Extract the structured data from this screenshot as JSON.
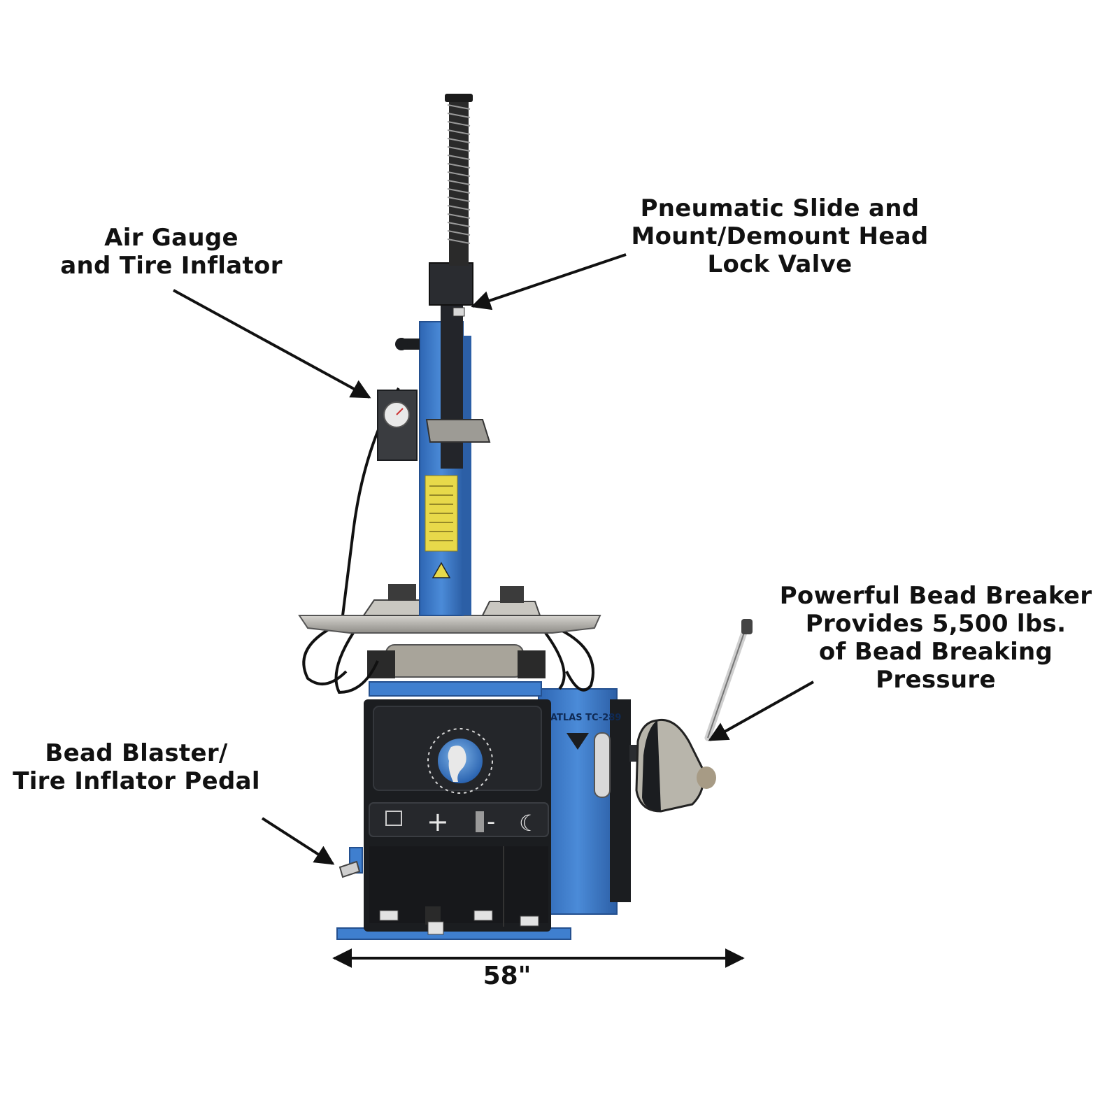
{
  "callouts": {
    "air_gauge": [
      "Air Gauge",
      "and Tire Inflator"
    ],
    "pneumatic_slide": [
      "Pneumatic Slide and",
      "Mount/Demount Head",
      "Lock Valve"
    ],
    "bead_breaker": [
      "Powerful Bead Breaker",
      "Provides 5,500 lbs.",
      "of Bead Breaking",
      "Pressure"
    ],
    "pedal": [
      "Bead Blaster/",
      "Tire Inflator Pedal"
    ]
  },
  "dimension": {
    "width_label": "58\""
  },
  "machine": {
    "brand_plate": "ATLAS TC-289",
    "control_symbols": [
      "+",
      "-",
      "☾"
    ]
  },
  "colors": {
    "machine_blue": "#3f7fcf",
    "cabinet_black": "#1b1d20",
    "table_silver": "#b9b7b0",
    "warning_yellow": "#e8d94a",
    "text": "#111111"
  }
}
